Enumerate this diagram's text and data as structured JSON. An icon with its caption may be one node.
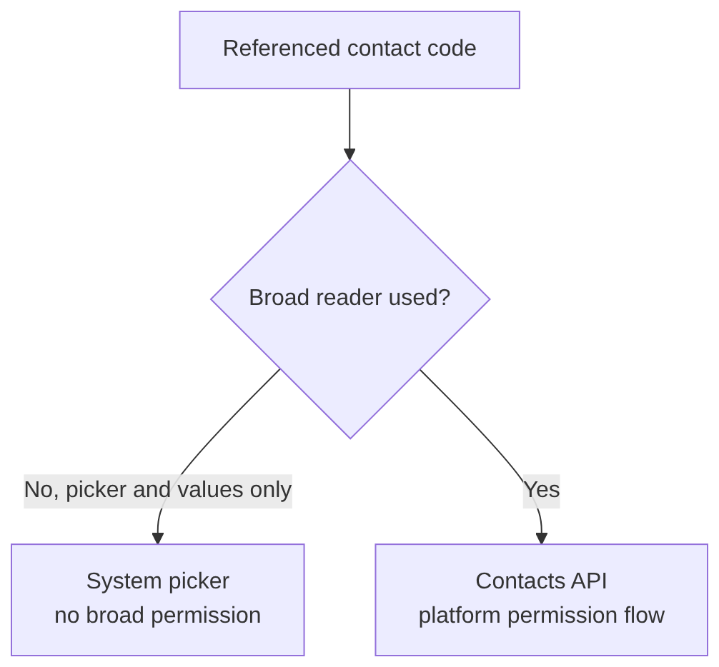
{
  "diagram": {
    "nodes": [
      {
        "text": [
          "Referenced contact code"
        ]
      },
      {
        "text": [
          "Broad reader used?"
        ]
      },
      {
        "text": [
          "System picker",
          "no broad permission"
        ]
      },
      {
        "text": [
          "Contacts API",
          "platform permission flow"
        ]
      }
    ],
    "edges": [
      {
        "from": 0,
        "to": 1,
        "arrow": "to"
      },
      {
        "from": 1,
        "to": 2,
        "arrow": "to",
        "label": "No, picker and values only"
      },
      {
        "from": 1,
        "to": 3,
        "arrow": "to",
        "label": "Yes"
      }
    ]
  }
}
